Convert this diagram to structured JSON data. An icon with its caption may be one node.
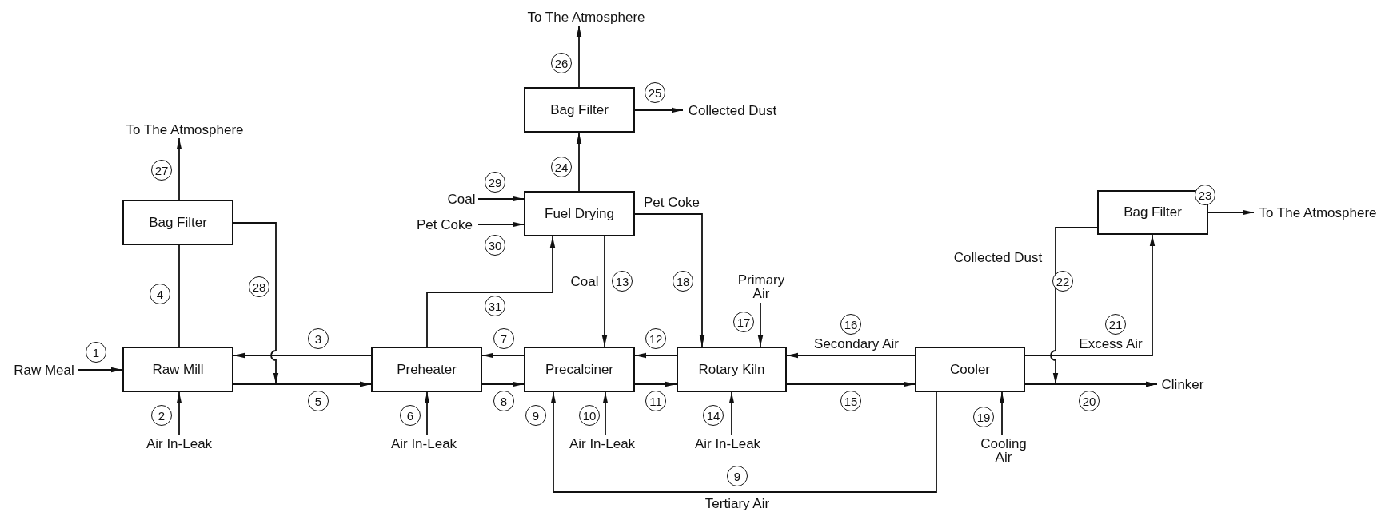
{
  "diagram": {
    "nodes": [
      {
        "text": [
          "Bag Filter"
        ]
      },
      {
        "text": [
          "Raw Mill"
        ]
      },
      {
        "text": [
          "Preheater"
        ]
      },
      {
        "text": [
          "Precalciner"
        ]
      },
      {
        "text": [
          "Rotary Kiln"
        ]
      },
      {
        "text": [
          "Cooler"
        ]
      },
      {
        "text": [
          "Fuel Drying"
        ]
      },
      {
        "text": [
          "Bag Filter"
        ]
      },
      {
        "text": [
          "Bag Filter"
        ]
      },
      {
        "text": [
          "To The Atmosphere"
        ]
      },
      {
        "text": [
          "Collected Dust"
        ]
      },
      {
        "text": [
          "To The Atmosphere"
        ]
      },
      {
        "text": [
          "To The Atmosphere"
        ]
      },
      {
        "text": [
          "Coal"
        ]
      },
      {
        "text": [
          "Pet Coke"
        ]
      },
      {
        "text": [
          "Raw Meal"
        ]
      },
      {
        "text": [
          "Air In-Leak"
        ]
      },
      {
        "text": [
          "Air In-Leak"
        ]
      },
      {
        "text": [
          "Air In-Leak"
        ]
      },
      {
        "text": [
          "Air In-Leak"
        ]
      },
      {
        "text": [
          "Primary Air"
        ]
      },
      {
        "text": [
          "Cooling Air"
        ]
      },
      {
        "text": [
          "Clinker"
        ]
      }
    ],
    "edges": [
      {
        "from": 15,
        "to": 1,
        "arrow": "to",
        "label": "1"
      },
      {
        "from": 16,
        "to": 1,
        "arrow": "to",
        "label": "2"
      },
      {
        "from": 2,
        "to": 1,
        "arrow": "to",
        "label": "3"
      },
      {
        "from": 1,
        "to": 0,
        "arrow": "none",
        "label": "4"
      },
      {
        "from": 1,
        "to": 2,
        "arrow": "to",
        "label": "5"
      },
      {
        "from": 17,
        "to": 2,
        "arrow": "to",
        "label": "6"
      },
      {
        "from": 3,
        "to": 2,
        "arrow": "to",
        "label": "7"
      },
      {
        "from": 2,
        "to": 3,
        "arrow": "to",
        "label": "8"
      },
      {
        "from": 5,
        "to": 3,
        "arrow": "to",
        "label": "9"
      },
      {
        "from": 18,
        "to": 3,
        "arrow": "to",
        "label": "10"
      },
      {
        "from": 3,
        "to": 4,
        "arrow": "to",
        "label": "11"
      },
      {
        "from": 4,
        "to": 3,
        "arrow": "to",
        "label": "12"
      },
      {
        "from": 6,
        "to": 3,
        "arrow": "to",
        "label": "13"
      },
      {
        "from": 19,
        "to": 4,
        "arrow": "to",
        "label": "14"
      },
      {
        "from": 4,
        "to": 5,
        "arrow": "to",
        "label": "15"
      },
      {
        "from": 5,
        "to": 4,
        "arrow": "to",
        "label": "16"
      },
      {
        "from": 20,
        "to": 4,
        "arrow": "to",
        "label": "17"
      },
      {
        "from": 6,
        "to": 4,
        "arrow": "to",
        "label": "18"
      },
      {
        "from": 21,
        "to": 5,
        "arrow": "to",
        "label": "19"
      },
      {
        "from": 5,
        "to": 22,
        "arrow": "to",
        "label": "20"
      },
      {
        "from": 5,
        "to": 8,
        "arrow": "to",
        "label": "21"
      },
      {
        "from": 8,
        "to": 22,
        "arrow": "to",
        "label": "22"
      },
      {
        "from": 8,
        "to": 12,
        "arrow": "to",
        "label": "23"
      },
      {
        "from": 6,
        "to": 7,
        "arrow": "to",
        "label": "24"
      },
      {
        "from": 7,
        "to": 10,
        "arrow": "to",
        "label": "25"
      },
      {
        "from": 7,
        "to": 9,
        "arrow": "to",
        "label": "26"
      },
      {
        "from": 0,
        "to": 11,
        "arrow": "to",
        "label": "27"
      },
      {
        "from": 0,
        "to": 2,
        "arrow": "to",
        "label": "28"
      },
      {
        "from": 13,
        "to": 6,
        "arrow": "to",
        "label": "29"
      },
      {
        "from": 14,
        "to": 6,
        "arrow": "to",
        "label": "30"
      },
      {
        "from": 2,
        "to": 6,
        "arrow": "to",
        "label": "31"
      }
    ],
    "labels": [
      "Pet Coke",
      "Collected Dust",
      "Coal",
      "Secondary Air",
      "Excess Air",
      "9",
      "Tertiary Air"
    ]
  }
}
